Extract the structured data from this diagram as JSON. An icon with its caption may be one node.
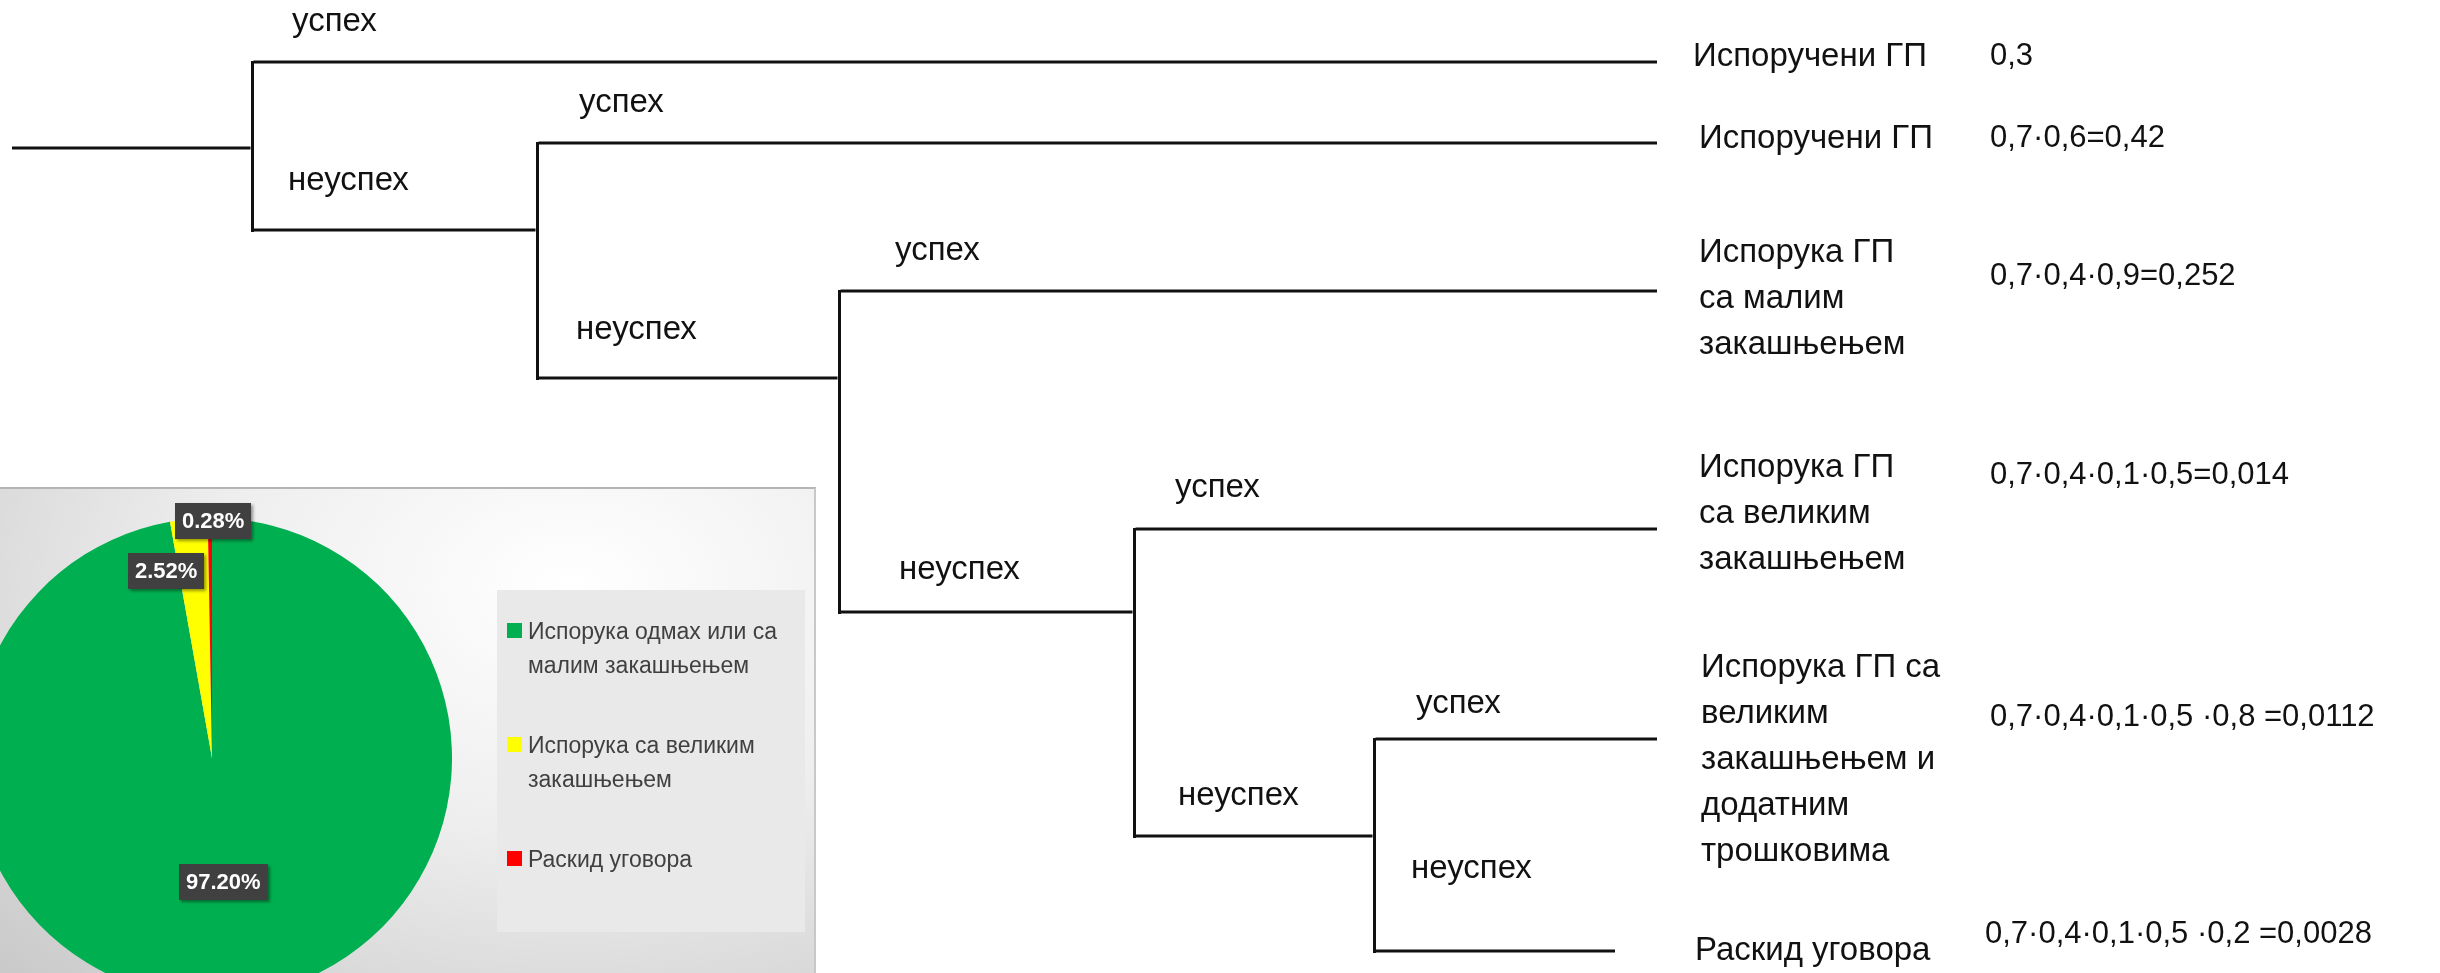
{
  "diagram": {
    "nodes": [
      {
        "text": [],
        "shape": "bar"
      },
      {
        "text": [
          "Испоручени ГП"
        ],
        "beside": [
          "0,3"
        ]
      },
      {
        "text": [],
        "shape": "bar"
      },
      {
        "text": [
          "Испоручени ГП"
        ],
        "beside": [
          "0,7·0,6=0,42"
        ]
      },
      {
        "text": [],
        "shape": "bar"
      },
      {
        "text": [
          "Испорука ГП са малим закашњењем"
        ],
        "beside": [
          "0,7·0,4·0,9=0,252"
        ]
      },
      {
        "text": [],
        "shape": "bar"
      },
      {
        "text": [
          "Испорука ГП са великим закашњењем"
        ],
        "beside": [
          "0,7·0,4·0,1·0,5=0,014"
        ]
      },
      {
        "text": [],
        "shape": "bar"
      },
      {
        "text": [
          "Испорука ГП са великим закашњењем и додатним трошковима"
        ],
        "beside": [
          "0,7·0,4·0,1·0,5 ·0,8 =0,0112"
        ]
      },
      {
        "text": [
          "Раскид уговора"
        ],
        "beside": [
          "0,7·0,4·0,1·0,5 ·0,2 =0,0028"
        ]
      }
    ],
    "edges": [
      {
        "from": null,
        "to": 0,
        "arrow": "none"
      },
      {
        "from": 0,
        "to": 1,
        "arrow": "none",
        "label": "успех"
      },
      {
        "from": 0,
        "to": 2,
        "arrow": "none",
        "label": "неуспех"
      },
      {
        "from": 2,
        "to": 3,
        "arrow": "none",
        "label": "успех"
      },
      {
        "from": 2,
        "to": 4,
        "arrow": "none",
        "label": "неуспех"
      },
      {
        "from": 4,
        "to": 5,
        "arrow": "none",
        "label": "успех"
      },
      {
        "from": 4,
        "to": 6,
        "arrow": "none",
        "label": "неуспех"
      },
      {
        "from": 6,
        "to": 7,
        "arrow": "none",
        "label": "успех"
      },
      {
        "from": 6,
        "to": 8,
        "arrow": "none",
        "label": "неуспех"
      },
      {
        "from": 8,
        "to": 9,
        "arrow": "none",
        "label": "успех"
      },
      {
        "from": 8,
        "to": 10,
        "arrow": "none",
        "label": "неуспех"
      }
    ],
    "legend": [
      {
        "text": "Испорука одмах или са малим закашњењем",
        "color": "#00b050"
      },
      {
        "text": "Испорука са великим закашњењем",
        "color": "#ffff00"
      },
      {
        "text": "Раскид уговора",
        "color": "#ff0000"
      }
    ],
    "chart_data": {
      "type": "pie",
      "values": [
        97.2,
        2.52,
        0.28
      ],
      "value_labels": [
        "97.20%",
        "2.52%",
        "0.28%"
      ]
    }
  }
}
